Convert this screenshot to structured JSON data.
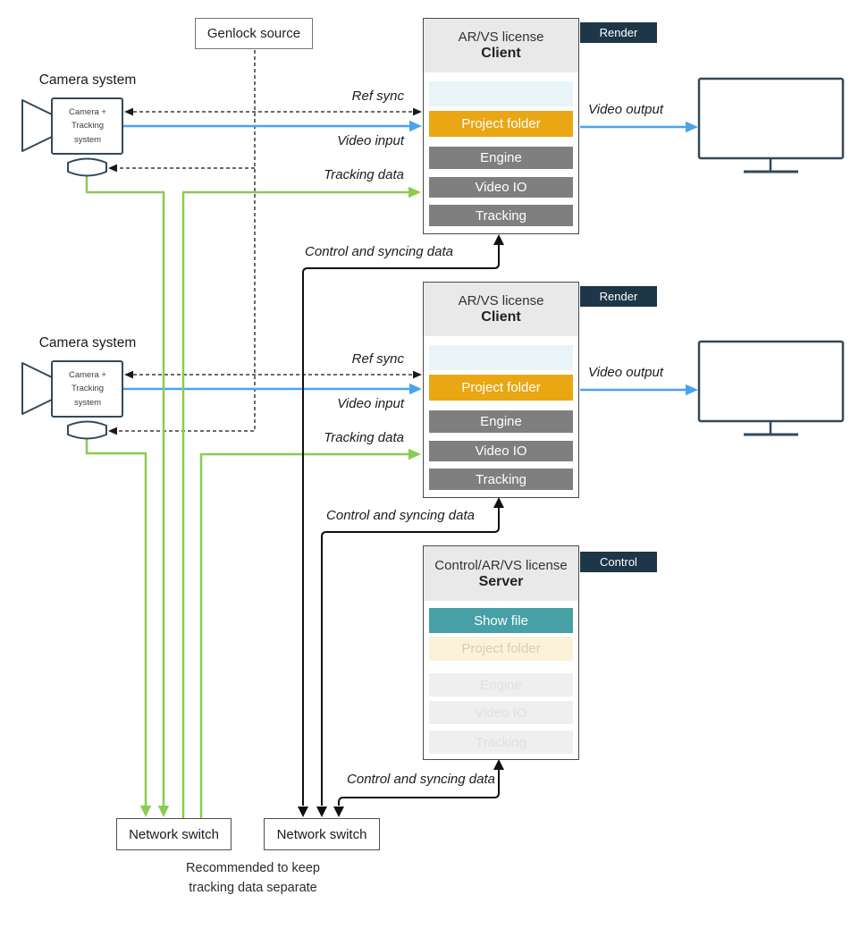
{
  "genlock": {
    "label": "Genlock source"
  },
  "cameras": [
    {
      "title": "Camera system",
      "device_lines": [
        "Camera +",
        "Tracking",
        "system"
      ]
    },
    {
      "title": "Camera system",
      "device_lines": [
        "Camera +",
        "Tracking",
        "system"
      ]
    }
  ],
  "clients": [
    {
      "license": "AR/VS license",
      "role": "Client",
      "tag": "Render",
      "rows": {
        "project_folder": "Project folder",
        "engine": "Engine",
        "video_io": "Video IO",
        "tracking": "Tracking"
      }
    },
    {
      "license": "AR/VS license",
      "role": "Client",
      "tag": "Render",
      "rows": {
        "project_folder": "Project folder",
        "engine": "Engine",
        "video_io": "Video IO",
        "tracking": "Tracking"
      }
    }
  ],
  "server": {
    "license": "Control/AR/VS license",
    "role": "Server",
    "tag": "Control",
    "rows": {
      "show_file": "Show file",
      "project_folder": "Project folder",
      "engine": "Engine",
      "video_io": "Video IO",
      "tracking": "Tracking"
    }
  },
  "flows": {
    "ref_sync": "Ref sync",
    "video_input": "Video input",
    "tracking_data": "Tracking data",
    "video_output": "Video output",
    "control_sync": "Control and syncing data"
  },
  "switches": [
    {
      "label": "Network switch"
    },
    {
      "label": "Network switch"
    }
  ],
  "note": {
    "line1": "Recommended to keep",
    "line2": "tracking data separate"
  },
  "colors": {
    "video_blue": "#4aa3ef",
    "tracking_green": "#8bcb52",
    "project_orange": "#e9a713",
    "showfile_teal": "#47a0a5",
    "tag_navy": "#1d3648",
    "module_gray": "#7f7f7f"
  }
}
